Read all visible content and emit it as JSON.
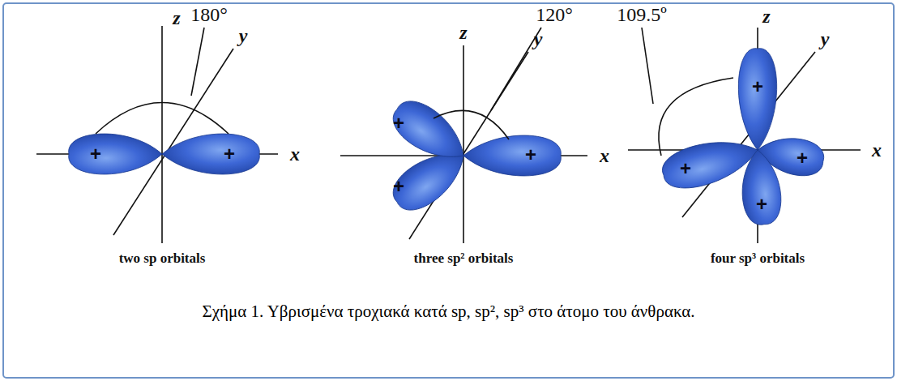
{
  "diagram": {
    "caption": "Σχήμα 1. Υβρισμένα τροχιακά κατά sp, sp², sp³ στο άτομο του άνθρακα.",
    "labels": [
      "180°",
      "z",
      "y",
      "x",
      "+",
      "+",
      "two sp orbitals",
      "120°",
      "z",
      "y",
      "x",
      "+",
      "+",
      "+",
      "three sp² orbitals",
      "109.5º",
      "z",
      "y",
      "x",
      "+",
      "+",
      "+",
      "+",
      "four sp³ orbitals"
    ]
  }
}
